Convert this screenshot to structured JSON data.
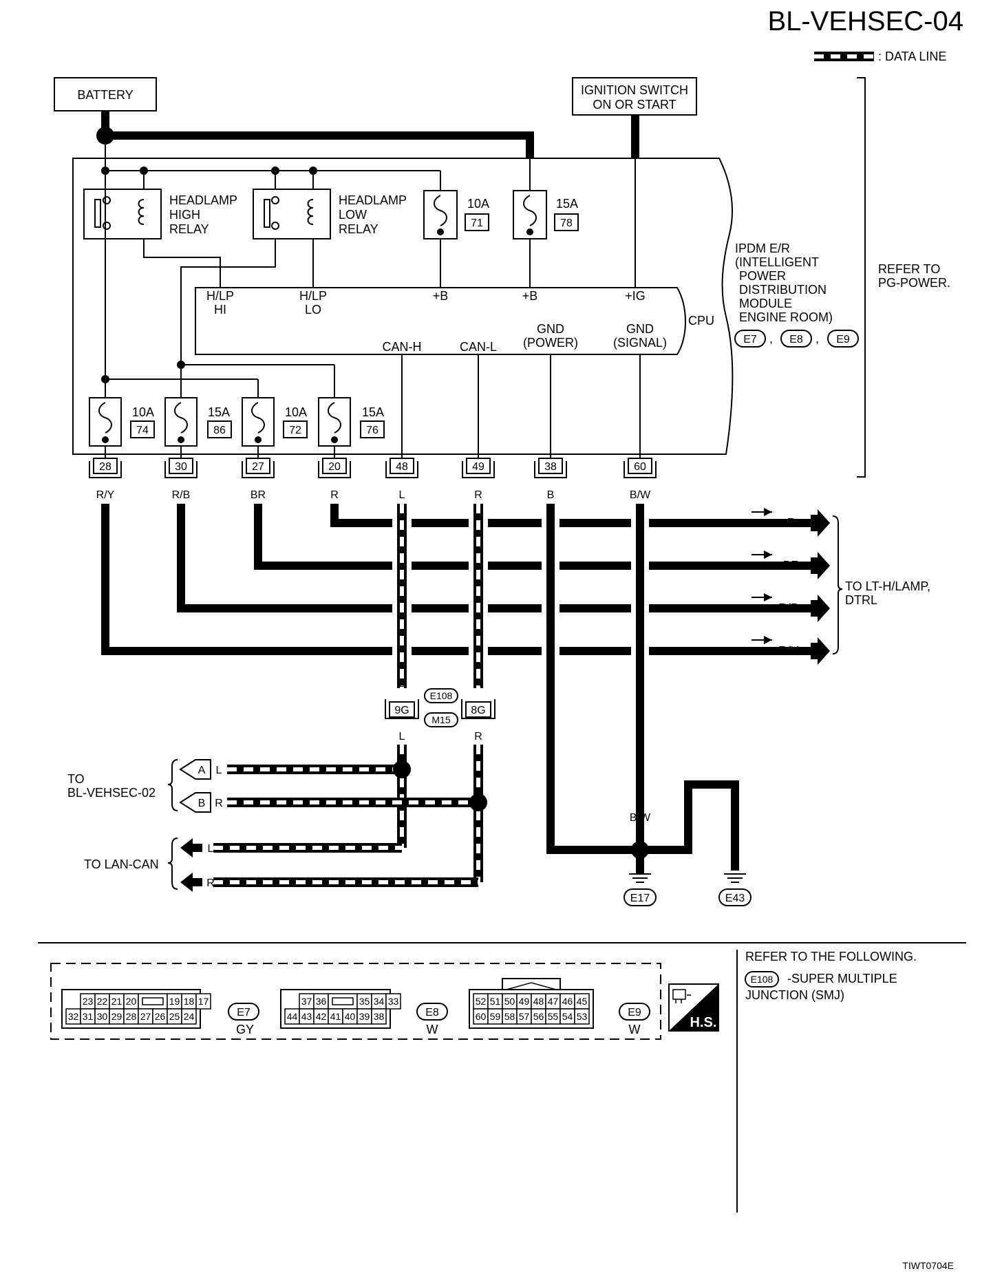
{
  "title": "BL-VEHSEC-04",
  "legend": {
    "data_line": ": DATA LINE"
  },
  "sources": {
    "battery": "BATTERY",
    "ignition_line1": "IGNITION SWITCH",
    "ignition_line2": "ON OR START"
  },
  "relays": {
    "high": [
      "HEADLAMP",
      "HIGH",
      "RELAY"
    ],
    "low": [
      "HEADLAMP",
      "LOW",
      "RELAY"
    ]
  },
  "top_fuses": [
    {
      "amp": "10A",
      "num": "71"
    },
    {
      "amp": "15A",
      "num": "78"
    }
  ],
  "cpu": {
    "label": "CPU",
    "inputs": [
      {
        "l1": "H/LP",
        "l2": "HI"
      },
      {
        "l1": "H/LP",
        "l2": "LO"
      },
      {
        "l1": "+B",
        "l2": ""
      },
      {
        "l1": "+B",
        "l2": ""
      },
      {
        "l1": "+IG",
        "l2": ""
      }
    ],
    "outputs": [
      {
        "l1": "CAN-H",
        "l2": ""
      },
      {
        "l1": "CAN-L",
        "l2": ""
      },
      {
        "l1": "GND",
        "l2": "(POWER)"
      },
      {
        "l1": "GND",
        "l2": "(SIGNAL)"
      }
    ]
  },
  "ipdm": {
    "lines": [
      "IPDM E/R",
      "(INTELLIGENT",
      "POWER",
      "DISTRIBUTION",
      "MODULE",
      "ENGINE ROOM)"
    ],
    "connectors": [
      "E7",
      "E8",
      "E9"
    ]
  },
  "refer_power": [
    "REFER TO",
    "PG-POWER."
  ],
  "bottom_fuses": [
    {
      "amp": "10A",
      "num": "74"
    },
    {
      "amp": "15A",
      "num": "86"
    },
    {
      "amp": "10A",
      "num": "72"
    },
    {
      "amp": "15A",
      "num": "76"
    }
  ],
  "terminals": [
    {
      "pin": "28",
      "color": "R/Y"
    },
    {
      "pin": "30",
      "color": "R/B"
    },
    {
      "pin": "27",
      "color": "BR"
    },
    {
      "pin": "20",
      "color": "R"
    },
    {
      "pin": "48",
      "color": "L"
    },
    {
      "pin": "49",
      "color": "R"
    },
    {
      "pin": "38",
      "color": "B"
    },
    {
      "pin": "60",
      "color": "B/W"
    }
  ],
  "outputs_right": {
    "wires": [
      "R",
      "BR",
      "R/B",
      "R/Y"
    ],
    "dest": [
      "TO LT-H/LAMP,",
      "DTRL"
    ]
  },
  "smj": {
    "top_wires": [
      "L",
      "R"
    ],
    "pins": [
      "9G",
      "8G"
    ],
    "connectors": [
      "E108",
      "M15"
    ],
    "bottom_wires": [
      "L",
      "R"
    ]
  },
  "left_outputs": {
    "vehsec": {
      "dest": [
        "TO",
        "BL-VEHSEC-02"
      ],
      "markers": [
        "A",
        "B"
      ],
      "wires": [
        "L",
        "R"
      ]
    },
    "lan": {
      "dest": "TO LAN-CAN",
      "wires": [
        "L",
        "R"
      ]
    }
  },
  "ground": {
    "wires": [
      "B",
      "B/W",
      "B",
      "B"
    ],
    "points": [
      "E17",
      "E43"
    ]
  },
  "connector_views": [
    {
      "id": "E7",
      "color": "GY",
      "top": [
        "23",
        "22",
        "21",
        "20",
        "",
        "19",
        "18",
        "17"
      ],
      "bottom": [
        "32",
        "31",
        "30",
        "29",
        "28",
        "27",
        "26",
        "25",
        "24"
      ]
    },
    {
      "id": "E8",
      "color": "W",
      "top": [
        "37",
        "36",
        "",
        "35",
        "34",
        "33"
      ],
      "bottom": [
        "44",
        "43",
        "42",
        "41",
        "40",
        "39",
        "38"
      ]
    },
    {
      "id": "E9",
      "color": "W",
      "top": [
        "52",
        "51",
        "50",
        "49",
        "48",
        "47",
        "46",
        "45"
      ],
      "bottom": [
        "60",
        "59",
        "58",
        "57",
        "56",
        "55",
        "54",
        "53"
      ]
    }
  ],
  "hs_badge": "H.S.",
  "refer_following": {
    "heading": "REFER TO THE FOLLOWING.",
    "connector": "E108",
    "line1": "-SUPER MULTIPLE",
    "line2": "JUNCTION (SMJ)"
  },
  "figure_code": "TIWT0704E"
}
